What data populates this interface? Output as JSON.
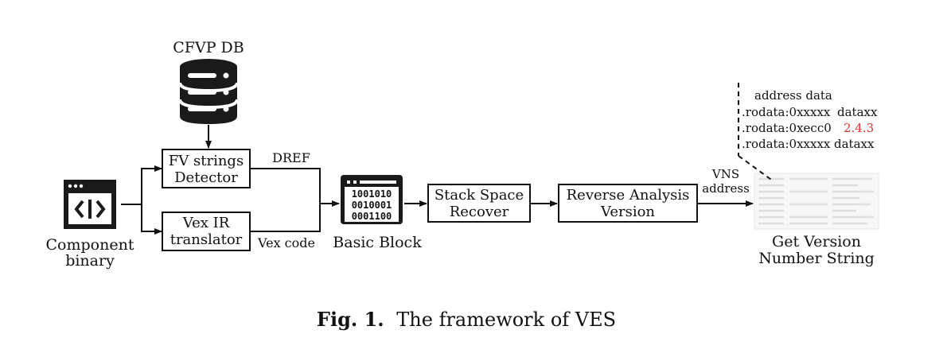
{
  "diagram": {
    "database_label": "CFVP DB",
    "component_label_line1": "Component",
    "component_label_line2": "binary",
    "fv_detector_line1": "FV strings",
    "fv_detector_line2": "Detector",
    "vex_translator_line1": "Vex IR",
    "vex_translator_line2": "translator",
    "dref_label": "DREF",
    "vex_code_label": "Vex code",
    "basic_block_bits": [
      "1001010",
      "0010001",
      "0001100"
    ],
    "basic_block_label": "Basic Block",
    "stack_space_line1": "Stack Space",
    "stack_space_line2": "Recover",
    "reverse_analysis_line1": "Reverse Analysis",
    "reverse_analysis_line2": "Version",
    "vns_line1": "VNS",
    "vns_line2": "address",
    "address_header": "address data",
    "address_rows": [
      {
        "addr": ".rodata:0xxxxx",
        "data": "dataxx",
        "highlight": false
      },
      {
        "addr": ".rodata:0xecc0",
        "data": "2.4.3",
        "highlight": true
      },
      {
        "addr": ".rodata:0xxxxx",
        "data": "dataxx",
        "highlight": false
      }
    ],
    "get_version_line1": "Get Version",
    "get_version_line2": "Number String",
    "highlight_color": "#e03030"
  },
  "caption": {
    "label": "Fig. 1.",
    "text": "The framework of VES"
  }
}
